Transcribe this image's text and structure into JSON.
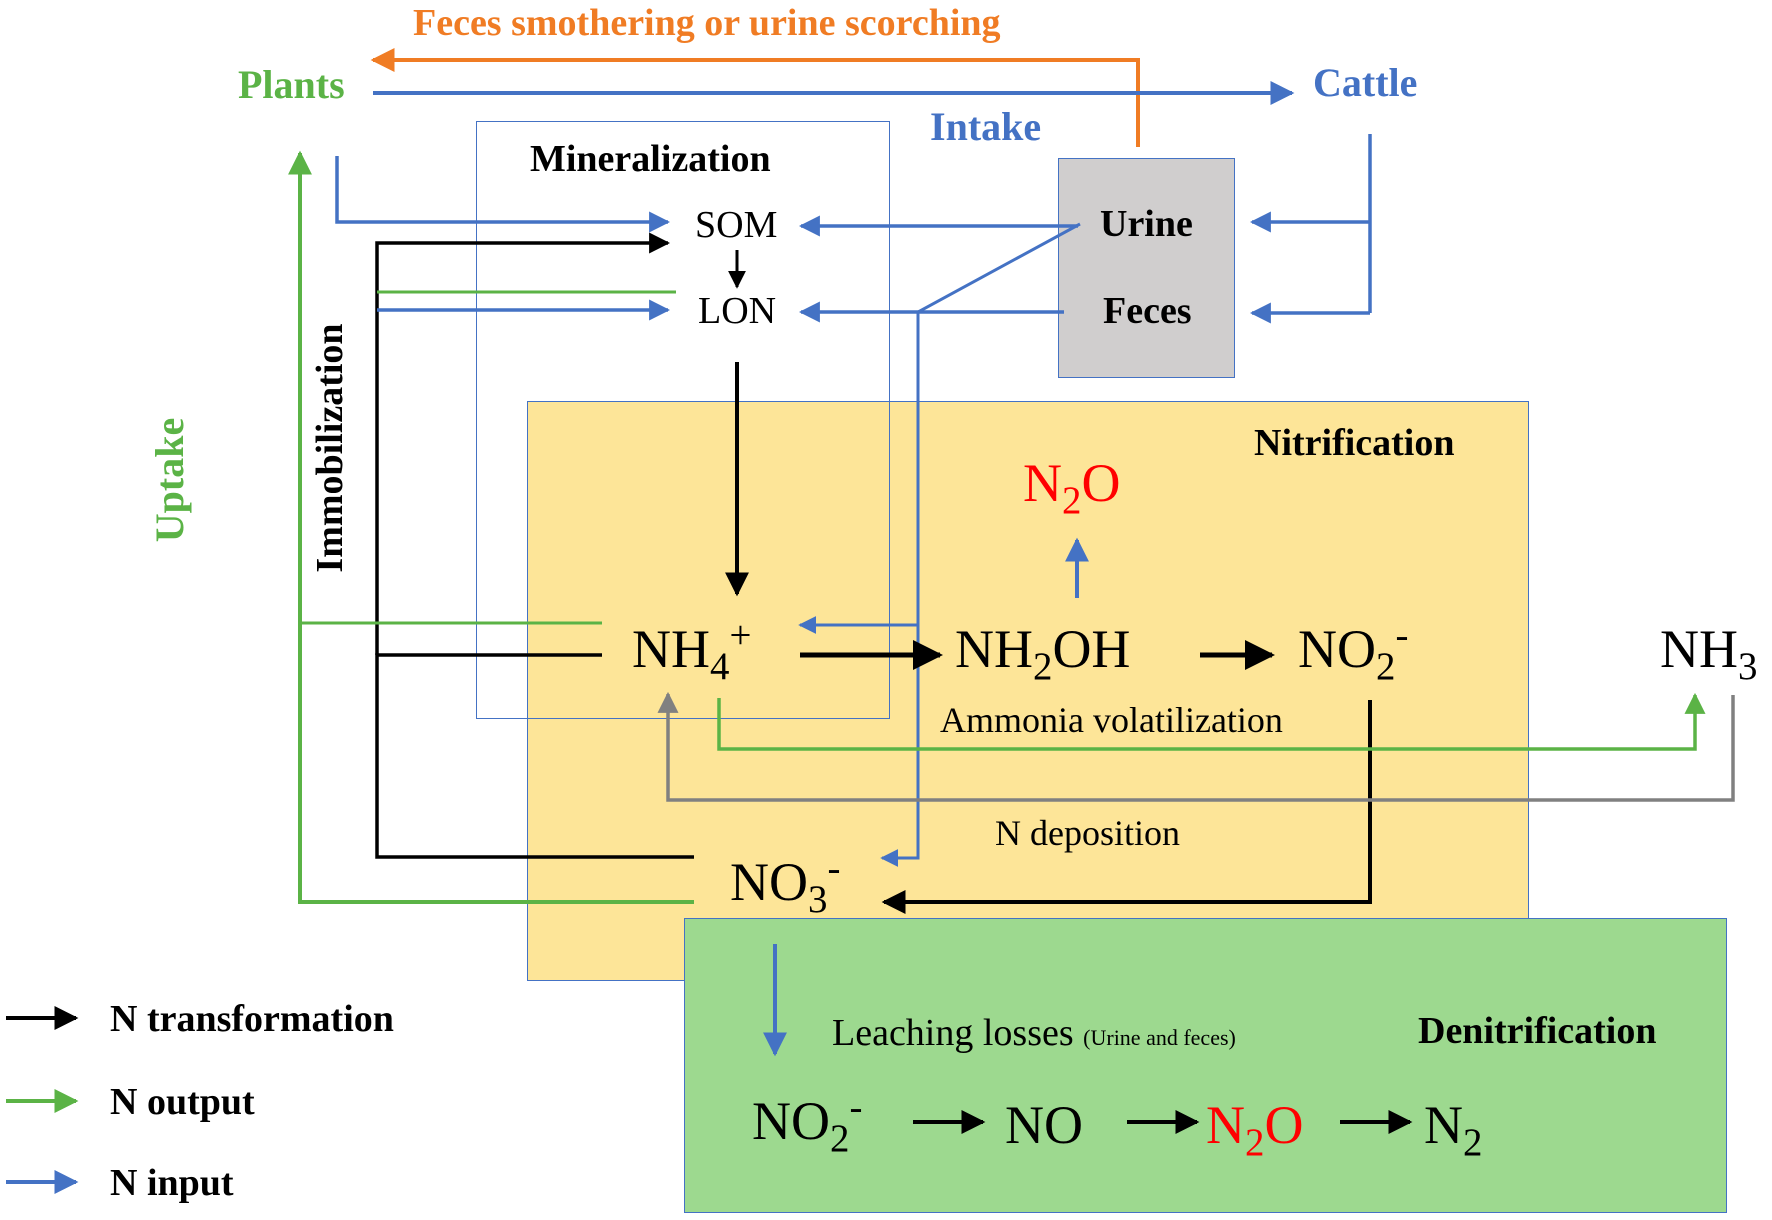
{
  "colors": {
    "transformation": "#000000",
    "output": "#5bb346",
    "input": "#4472c4",
    "loss": "#f07c24",
    "deposition": "#808080",
    "n2o": "#ff0000",
    "nitrification_fill": "#fde598",
    "denitrification_fill": "#9dd98f",
    "excreta_fill": "#d0cece"
  },
  "labels": {
    "top_loss": "Feces smothering or urine scorching",
    "plants": "Plants",
    "cattle": "Cattle",
    "intake": "Intake",
    "mineralization": "Mineralization",
    "som": "SOM",
    "lon": "LON",
    "urine": "Urine",
    "feces": "Feces",
    "uptake": "Uptake",
    "immobilization": "Immobilization",
    "nitrification": "Nitrification",
    "denitrification": "Denitrification",
    "ammonia_volatilization": "Ammonia volatilization",
    "n_deposition": "N deposition",
    "leaching_main": "Leaching losses",
    "leaching_note": "(Urine and feces)"
  },
  "species": {
    "nh4": {
      "base": "NH",
      "sub": "4",
      "sup": "+"
    },
    "nh2oh": {
      "base": "NH",
      "sub": "2",
      "tail": "OH"
    },
    "no2": {
      "base": "NO",
      "sub": "2",
      "sup": "-"
    },
    "no3": {
      "base": "NO",
      "sub": "3",
      "sup": "-"
    },
    "nh3": {
      "base": "NH",
      "sub": "3"
    },
    "n2o_top": {
      "base": "N",
      "sub": "2",
      "tail": "O"
    },
    "den_no2": {
      "base": "NO",
      "sub": "2",
      "sup": "-"
    },
    "den_no": {
      "base": "NO"
    },
    "den_n2o": {
      "base": "N",
      "sub": "2",
      "tail": "O"
    },
    "den_n2": {
      "base": "N",
      "sub": "2"
    }
  },
  "legend": [
    {
      "label": "N transformation",
      "color": "#000000"
    },
    {
      "label": "N output",
      "color": "#5bb346"
    },
    {
      "label": "N input",
      "color": "#4472c4"
    }
  ]
}
